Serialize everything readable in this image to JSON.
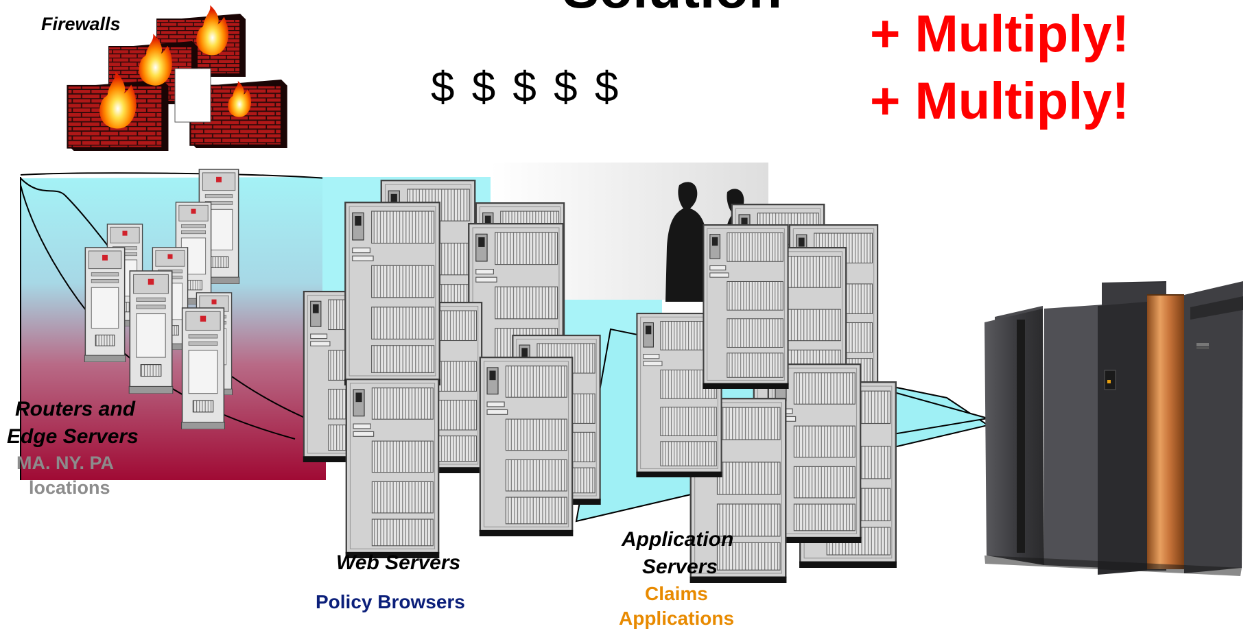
{
  "slide": {
    "title_fragment": "Solution",
    "multiply_1": "+ Multiply!",
    "multiply_2": "+ Multiply!",
    "dollars": "$ $ $ $ $"
  },
  "labels": {
    "firewalls": "Firewalls",
    "routers_line1": "Routers and",
    "routers_line2": "Edge Servers",
    "locations_line1": "MA. NY. PA",
    "locations_line2": "locations",
    "web_servers": "Web Servers",
    "policy_browsers": "Policy Browsers",
    "app_servers_line1": "Application",
    "app_servers_line2": "Servers",
    "claims_line1": "Claims",
    "claims_line2": "Applications"
  },
  "colors": {
    "multiply_red": "#ff0000",
    "policy_navy": "#0b1f7a",
    "claims_orange": "#e88a00",
    "locations_gray": "#8c8c8c",
    "panel_cyan": "#9ff0f5",
    "panel_crimson": "#a30d36",
    "server_gray": "#c8c8c8",
    "mainframe_dark": "#3a3a3c",
    "mainframe_copper": "#c8743a"
  },
  "icons": {
    "firewall": "brick-wall-fire-icon",
    "server": "tower-server-icon",
    "mainframe": "ibm-mainframe-icon",
    "people": "people-silhouette-icon"
  }
}
